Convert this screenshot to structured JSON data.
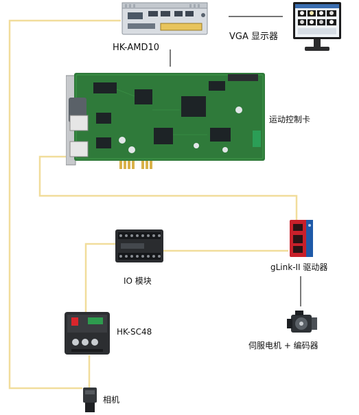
{
  "diagram": {
    "nodes": {
      "ipc": {
        "label": "HK-AMD10",
        "icon": "industrial-pc-icon"
      },
      "monitor": {
        "label": "VGA  显示器",
        "icon": "monitor-icon"
      },
      "motion_card": {
        "label": "运动控制卡",
        "icon": "pcb-card-icon"
      },
      "io_module": {
        "label": "IO 模块",
        "icon": "io-module-icon"
      },
      "driver": {
        "label": "gLink-II 驱动器",
        "icon": "servo-driver-icon"
      },
      "servo": {
        "label": "伺服电机 + 编码器",
        "icon": "servo-motor-icon"
      },
      "sc48": {
        "label": "HK-SC48",
        "icon": "camera-controller-icon"
      },
      "camera": {
        "label": "相机",
        "icon": "camera-icon"
      }
    },
    "colors": {
      "cable": "#f1dd9b",
      "signal_line": "#222222",
      "pcb": "#2f7a3a",
      "driver_red": "#c8202a"
    }
  }
}
